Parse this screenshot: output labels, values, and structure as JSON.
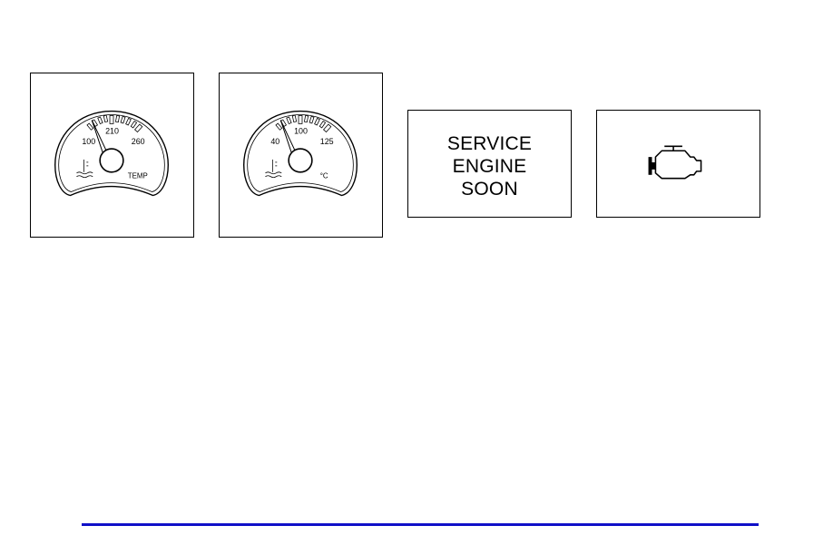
{
  "gauge_fahrenheit": {
    "tick_labels": [
      "100",
      "210",
      "260"
    ],
    "unit_label": "TEMP",
    "icon": "coolant-temperature-icon"
  },
  "gauge_celsius": {
    "tick_labels": [
      "40",
      "100",
      "125"
    ],
    "unit_label": "°C",
    "icon": "coolant-temperature-icon"
  },
  "service_engine_soon": {
    "lines": [
      "SERVICE",
      "ENGINE",
      "SOON"
    ]
  },
  "engine_symbol": {
    "icon": "check-engine-icon"
  },
  "colors": {
    "rule": "#1010c8"
  }
}
